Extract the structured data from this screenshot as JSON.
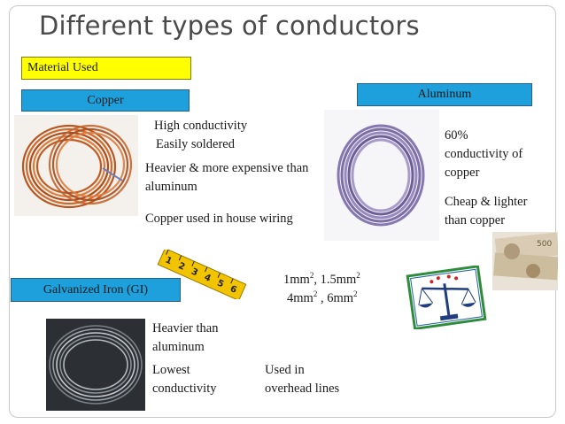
{
  "slide": {
    "title": "Different types of conductors",
    "material_label": "Material Used",
    "copper": {
      "label": "Copper",
      "high_conductivity": "High conductivity",
      "easily_soldered": "Easily soldered",
      "heavier_line1": "Heavier & more expensive than",
      "heavier_line2": "aluminum",
      "house_wiring": "Copper used in house wiring"
    },
    "aluminum": {
      "label": "Aluminum",
      "pct": "60%",
      "conductivity_of": "conductivity of",
      "copper_word": "copper",
      "cheap_line1": "Cheap & lighter",
      "cheap_line2": "than copper"
    },
    "gi": {
      "label": "Galvanized Iron (GI)",
      "heavier_line1": "Heavier than",
      "heavier_line2": "aluminum",
      "lowest_line1": "Lowest",
      "lowest_line2": "conductivity",
      "used_line1": "Used in",
      "used_line2": "overhead lines"
    },
    "sizes": {
      "s1": "1mm",
      "s2": ", 1.5mm",
      "s3": "4mm",
      "s4": " , 6mm",
      "sq": "2"
    },
    "ruler_marks": [
      "1",
      "2",
      "3",
      "4",
      "5",
      "6"
    ]
  }
}
